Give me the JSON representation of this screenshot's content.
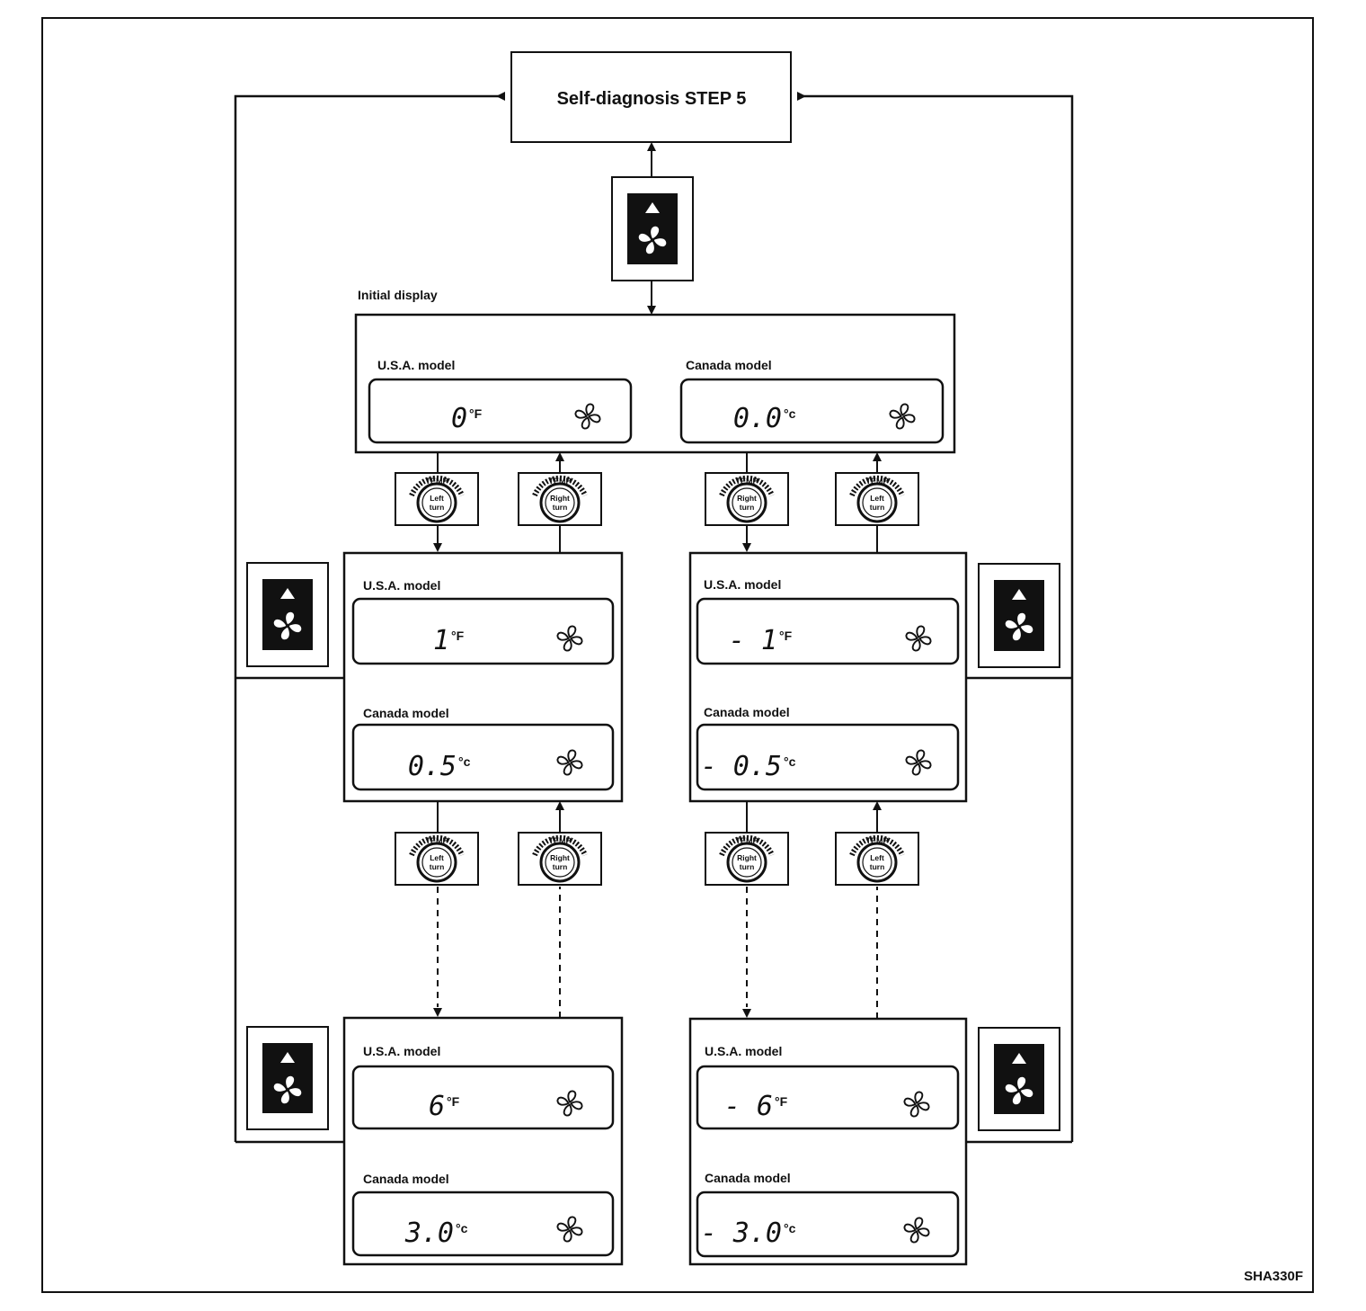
{
  "title": "Self-diagnosis STEP 5",
  "initial_display_label": "Initial display",
  "figure_code": "SHA330F",
  "model_labels": {
    "usa": "U.S.A. model",
    "canada": "Canada model"
  },
  "temp_dial": {
    "label": "TEMP",
    "left": [
      "Left",
      "turn"
    ],
    "right": [
      "Right",
      "turn"
    ]
  },
  "displays": {
    "initial": {
      "usa": {
        "value": "0",
        "unit": "°F"
      },
      "canada": {
        "value": "0.0",
        "unit": "°c"
      }
    },
    "step_up": {
      "usa": {
        "value": "1",
        "unit": "°F"
      },
      "canada": {
        "value": "0.5",
        "unit": "°c"
      }
    },
    "step_down": {
      "usa": {
        "value": "- 1",
        "unit": "°F"
      },
      "canada": {
        "value": "- 0.5",
        "unit": "°c"
      }
    },
    "max_up": {
      "usa": {
        "value": "6",
        "unit": "°F"
      },
      "canada": {
        "value": "3.0",
        "unit": "°c"
      }
    },
    "max_down": {
      "usa": {
        "value": "- 6",
        "unit": "°F"
      },
      "canada": {
        "value": "- 3.0",
        "unit": "°c"
      }
    }
  },
  "icons": {
    "fan_up_button": "fan-up-button-icon",
    "fan": "fan-icon",
    "dial": "temp-dial-icon"
  }
}
